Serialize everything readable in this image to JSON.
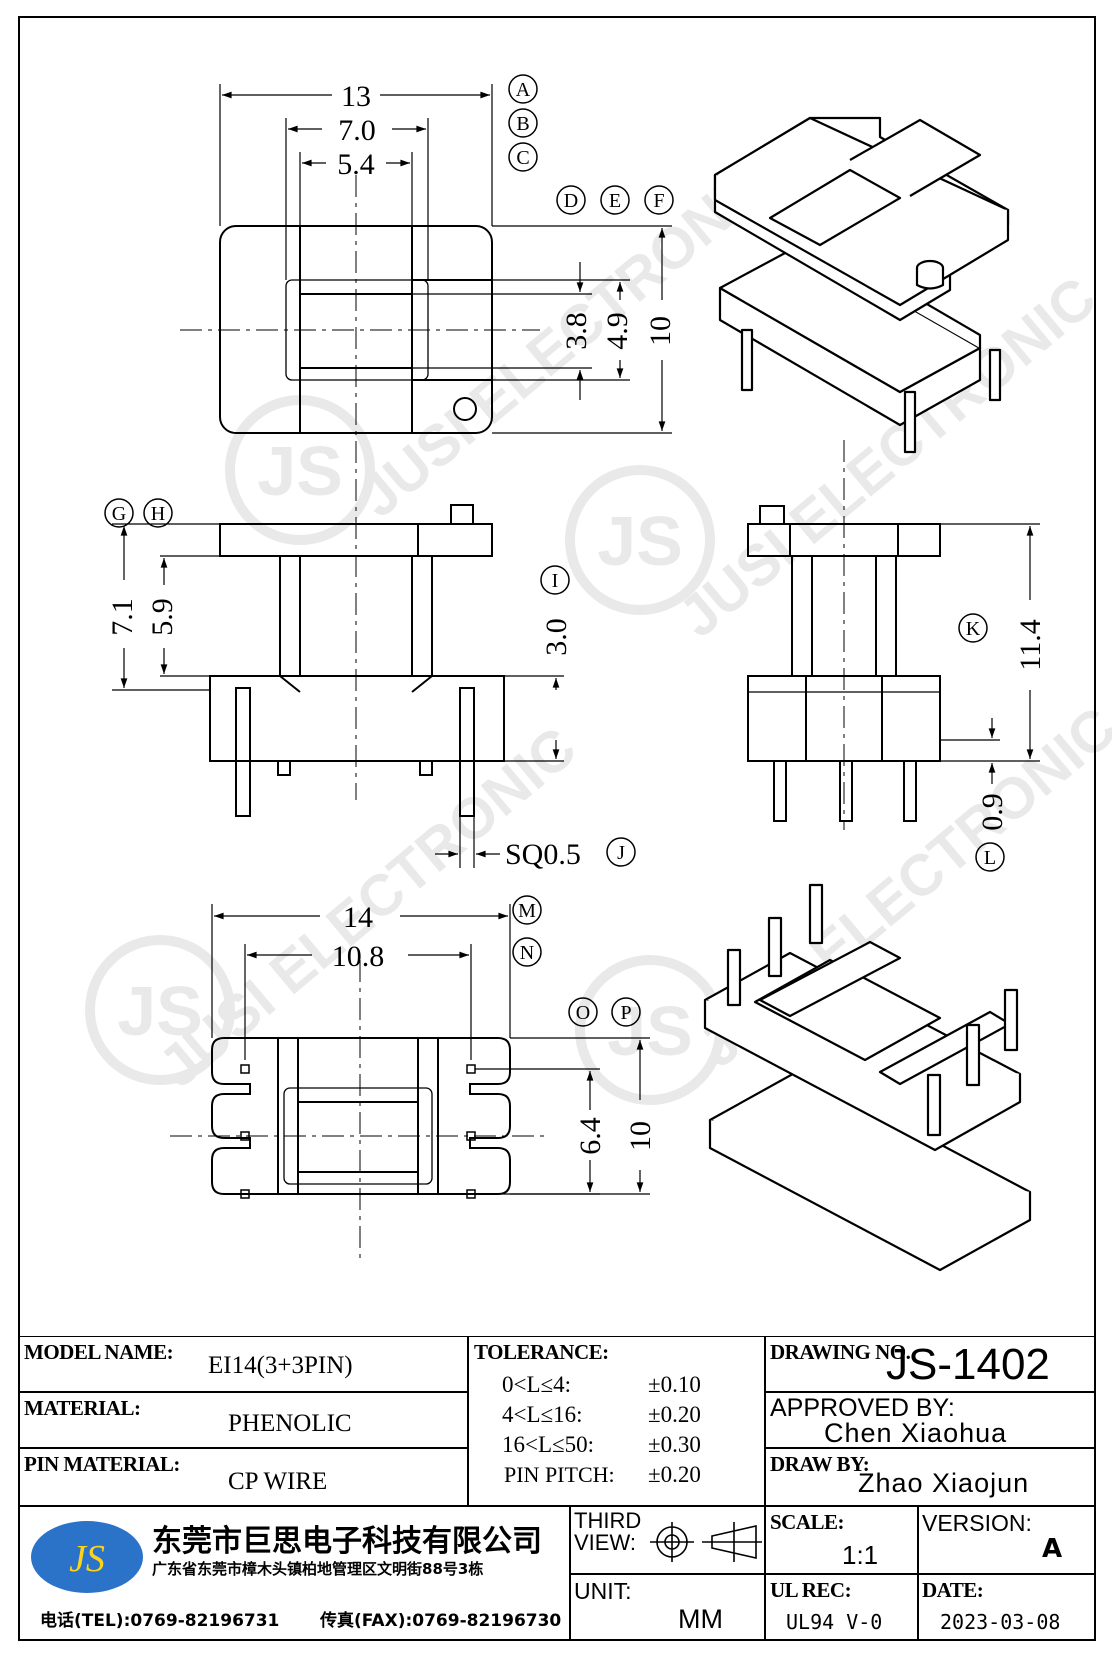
{
  "dimensions": {
    "top": {
      "w13": "13",
      "w70": "7.0",
      "w54": "5.4",
      "h38": "3.8",
      "h49": "4.9",
      "h10": "10"
    },
    "side": {
      "h71": "7.1",
      "h59": "5.9",
      "h30": "3.0",
      "sq": "SQ0.5"
    },
    "right": {
      "h114": "11.4",
      "h09": "0.9"
    },
    "bottom": {
      "w14": "14",
      "w108": "10.8",
      "h64": "6.4",
      "h10": "10"
    }
  },
  "callouts": [
    "A",
    "B",
    "C",
    "D",
    "E",
    "F",
    "G",
    "H",
    "I",
    "J",
    "K",
    "L",
    "M",
    "N",
    "O",
    "P"
  ],
  "watermark": {
    "logo": "JS",
    "text": "JUSI ELECTRONIC"
  },
  "title_block": {
    "model_label": "MODEL NAME:",
    "model_value": "EI14(3+3PIN)",
    "material_label": "MATERIAL:",
    "material_value": "PHENOLIC",
    "pin_material_label": "PIN MATERIAL:",
    "pin_material_value": "CP WIRE",
    "tolerance_label": "TOLERANCE:",
    "tolerances": [
      {
        "range": "0<L≤4:",
        "value": "±0.10"
      },
      {
        "range": "4<L≤16:",
        "value": "±0.20"
      },
      {
        "range": "16<L≤50:",
        "value": "±0.30"
      },
      {
        "range": "PIN PITCH:",
        "value": "±0.20"
      }
    ],
    "drawing_no_label": "DRAWING NO.",
    "drawing_no": "JS-1402",
    "approved_label": "APPROVED BY:",
    "approved_by": "Chen Xiaohua",
    "draw_label": "DRAW BY:",
    "draw_by": "Zhao Xiaojun",
    "company_logo": "JS",
    "company_name": "东莞市巨思电子科技有限公司",
    "company_address": "广东省东莞市樟木头镇柏地管理区文明街88号3栋",
    "tel": "电话(TEL):0769-82196731",
    "fax": "传真(FAX):0769-82196730",
    "third_view_label": "THIRD VIEW:",
    "unit_label": "UNIT:",
    "unit": "MM",
    "scale_label": "SCALE:",
    "scale": "1:1",
    "version_label": "VERSION:",
    "version": "A",
    "ul_label": "UL REC:",
    "ul_value": "UL94 V-0",
    "date_label": "DATE:",
    "date": "2023-03-08"
  }
}
